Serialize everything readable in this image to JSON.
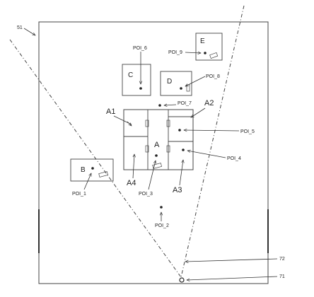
{
  "figure": {
    "refs": {
      "page_ref": "51",
      "view_line_ref": "72",
      "viewpoint_ref": "71"
    },
    "buildings": {
      "A": "A",
      "A1": "A1",
      "A2": "A2",
      "A3": "A3",
      "A4": "A4",
      "B": "B",
      "C": "C",
      "D": "D",
      "E": "E"
    },
    "pois": {
      "poi_1": "POI_1",
      "poi_2": "POI_2",
      "poi_3": "POI_3",
      "poi_4": "POI_4",
      "poi_5": "POI_5",
      "poi_6": "POI_6",
      "poi_7": "POI_7",
      "poi_8": "POI_8",
      "poi_9": "POI_9"
    }
  }
}
